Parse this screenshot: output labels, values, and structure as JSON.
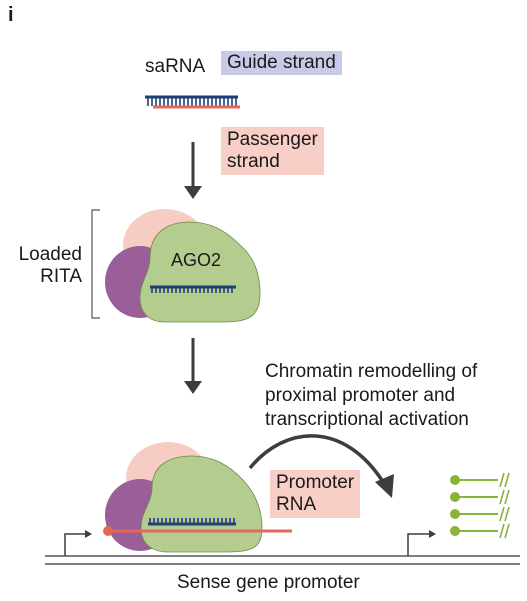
{
  "panel_label": "i",
  "labels": {
    "sarna": "saRNA",
    "guide_strand": "Guide strand",
    "passenger_strand": "Passenger\nstrand",
    "ago2": "AGO2",
    "loaded_rita": "Loaded\nRITA",
    "chromatin": "Chromatin remodelling of\nproximal promoter and\ntranscriptional activation",
    "promoter_rna": "Promoter\nRNA",
    "sense_gene_promoter": "Sense gene promoter"
  },
  "colors": {
    "guide_blue": "#1f3f77",
    "guide_box": "#c8cbe6",
    "passenger_red": "#e4685a",
    "passenger_box": "#f7cfc6",
    "ago2_green": "#b4cc8e",
    "complex_pink": "#f7cdc3",
    "complex_purple": "#9a5e99",
    "arrow_dark": "#3d3d3d",
    "transcript_green": "#8ab33a"
  }
}
